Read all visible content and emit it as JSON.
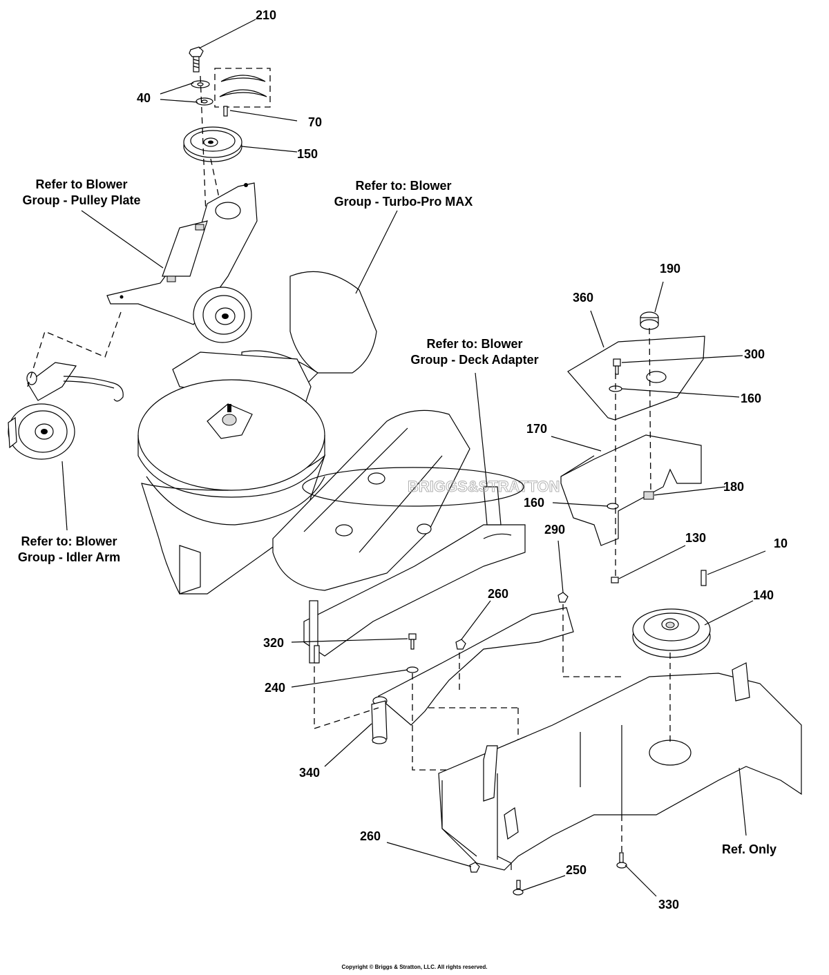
{
  "callouts": [
    {
      "id": "210",
      "text": "210"
    },
    {
      "id": "40",
      "text": "40"
    },
    {
      "id": "70",
      "text": "70"
    },
    {
      "id": "150",
      "text": "150"
    },
    {
      "id": "190",
      "text": "190"
    },
    {
      "id": "360",
      "text": "360"
    },
    {
      "id": "300",
      "text": "300"
    },
    {
      "id": "160a",
      "text": "160"
    },
    {
      "id": "170",
      "text": "170"
    },
    {
      "id": "180",
      "text": "180"
    },
    {
      "id": "160b",
      "text": "160"
    },
    {
      "id": "130",
      "text": "130"
    },
    {
      "id": "10",
      "text": "10"
    },
    {
      "id": "290",
      "text": "290"
    },
    {
      "id": "140",
      "text": "140"
    },
    {
      "id": "260a",
      "text": "260"
    },
    {
      "id": "320",
      "text": "320"
    },
    {
      "id": "240",
      "text": "240"
    },
    {
      "id": "340",
      "text": "340"
    },
    {
      "id": "260b",
      "text": "260"
    },
    {
      "id": "250",
      "text": "250"
    },
    {
      "id": "330",
      "text": "330"
    }
  ],
  "references": {
    "pulley_plate": [
      "Refer to Blower",
      "Group - Pulley Plate"
    ],
    "turbo_pro": [
      "Refer to: Blower",
      "Group - Turbo-Pro MAX"
    ],
    "deck_adapter": [
      "Refer to: Blower",
      "Group - Deck Adapter"
    ],
    "idler_arm": [
      "Refer to: Blower",
      "Group - Idler Arm"
    ],
    "ref_only": "Ref. Only"
  },
  "watermark": "BRIGGS&STRATTON",
  "copyright": "Copyright © Briggs & Stratton, LLC. All rights reserved."
}
